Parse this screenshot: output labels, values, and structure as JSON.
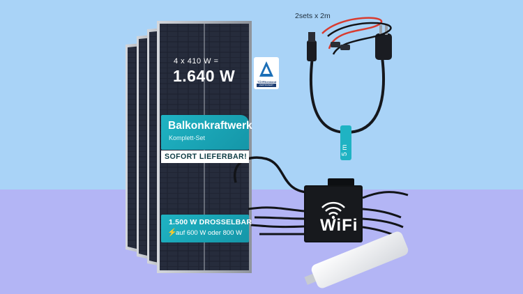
{
  "colors": {
    "background_top": "#a9d3f7",
    "background_bottom": "#b3b5f5",
    "accent_teal": "#1fb3c3",
    "panel_dark": "#1b1f2a",
    "inverter_black": "#101214"
  },
  "panel": {
    "power_line": "4 x 410 W =",
    "total_power": "1.640 W",
    "title": "Balkonkraftwerk",
    "subtitle": "Komplett-Set",
    "availability": "SOFORT LIEFERBAR!",
    "throttle_line": "1.500 W DROSSELBAR",
    "throttle_sub": "auf 600 W oder 800 W",
    "bolt_icon": "lightning-bolt-icon"
  },
  "tuv": {
    "name": "TÜVRheinland",
    "cert": "ZERTIFIZIERT",
    "icon": "tuv-triangle-icon"
  },
  "cables": {
    "sets_label": "2sets x 2m",
    "length_label": "5 m"
  },
  "inverter": {
    "label": "WiFi",
    "icon": "wifi-icon"
  },
  "dongle": {
    "icon": "usb-dongle-icon"
  }
}
